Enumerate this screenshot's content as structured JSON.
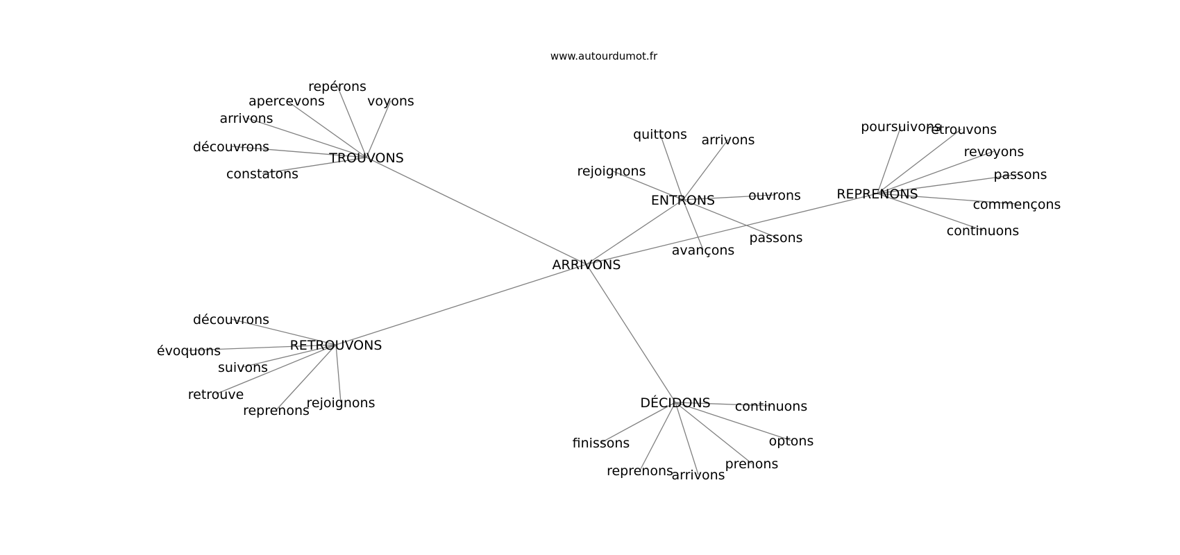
{
  "source_text": "www.autourdumot.fr",
  "colors": {
    "edge": "#808080",
    "text": "#000000",
    "background": "#ffffff"
  },
  "center": "ARRIVONS",
  "hubs": [
    {
      "id": "trouvons",
      "label": "TROUVONS",
      "leaves": [
        "repérons",
        "apercevons",
        "voyons",
        "arrivons",
        "découvrons",
        "constatons"
      ]
    },
    {
      "id": "entrons",
      "label": "ENTRONS",
      "leaves": [
        "quittons",
        "arrivons",
        "rejoignons",
        "ouvrons",
        "passons",
        "avançons"
      ]
    },
    {
      "id": "reprenons",
      "label": "REPRENONS",
      "leaves": [
        "poursuivons",
        "retrouvons",
        "revoyons",
        "passons",
        "commençons",
        "continuons"
      ]
    },
    {
      "id": "retrouvons",
      "label": "RETROUVONS",
      "leaves": [
        "découvrons",
        "évoquons",
        "suivons",
        "retrouve",
        "reprenons",
        "rejoignons"
      ]
    },
    {
      "id": "decidons",
      "label": "DÉCIDONS",
      "leaves": [
        "continuons",
        "optons",
        "finissons",
        "prenons",
        "reprenons",
        "arrivons"
      ]
    }
  ]
}
